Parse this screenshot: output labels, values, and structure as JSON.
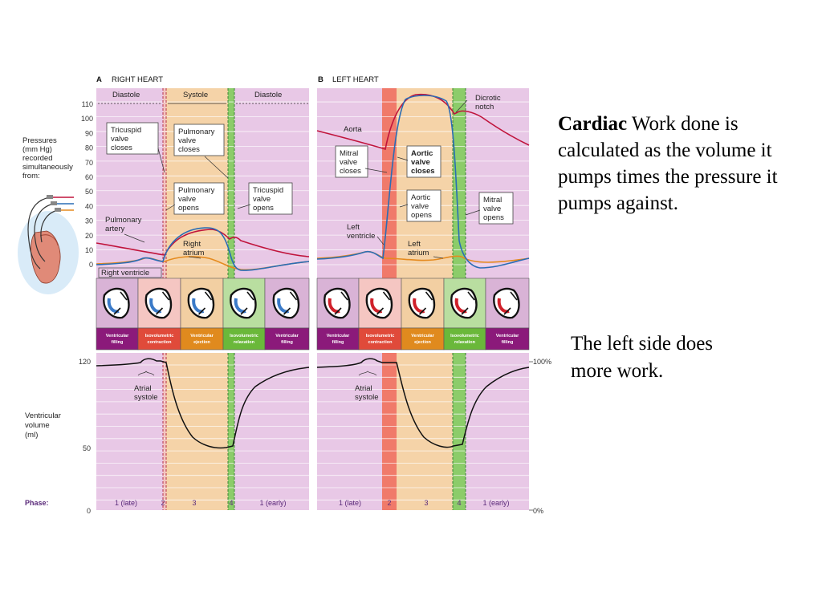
{
  "text": {
    "bold": "Cardiac",
    "rest": " Work done is calculated as the volume it pumps times the pressure it pumps against.",
    "side": "The left side does more work."
  },
  "panelA": {
    "letter": "A",
    "title": "RIGHT HEART",
    "diastole1": "Diastole",
    "systole": "Systole",
    "diastole2": "Diastole",
    "labels": {
      "tricuspid_closes": [
        "Tricuspid",
        "valve",
        "closes"
      ],
      "pulmonary_closes": [
        "Pulmonary",
        "valve",
        "closes"
      ],
      "pulmonary_opens": [
        "Pulmonary",
        "valve",
        "opens"
      ],
      "tricuspid_opens": [
        "Tricuspid",
        "valve",
        "opens"
      ],
      "pulmonary_artery": [
        "Pulmonary",
        "artery"
      ],
      "right_atrium": [
        "Right",
        "atrium"
      ],
      "right_ventricle": "Right ventricle",
      "atrial_systole": [
        "Atrial",
        "systole"
      ]
    },
    "phases": [
      "1 (late)",
      "2",
      "3",
      "4",
      "1 (early)"
    ]
  },
  "panelB": {
    "letter": "B",
    "title": "LEFT HEART",
    "labels": {
      "dicrotic": [
        "Dicrotic",
        "notch"
      ],
      "aorta": "Aorta",
      "mitral_closes": [
        "Mitral",
        "valve",
        "closes"
      ],
      "aortic_closes": [
        "Aortic",
        "valve",
        "closes"
      ],
      "aortic_opens": [
        "Aortic",
        "valve",
        "opens"
      ],
      "mitral_opens": [
        "Mitral",
        "valve",
        "opens"
      ],
      "left_ventricle": [
        "Left",
        "ventricle"
      ],
      "left_atrium": [
        "Left",
        "atrium"
      ],
      "atrial_systole": [
        "Atrial",
        "systole"
      ]
    },
    "phases": [
      "1 (late)",
      "2",
      "3",
      "4",
      "1 (early)"
    ]
  },
  "axes": {
    "pressure_ticks": [
      "110",
      "100",
      "90",
      "80",
      "70",
      "60",
      "50",
      "40",
      "30",
      "20",
      "10",
      "0"
    ],
    "pressure_label": [
      "Pressures",
      "(mm Hg)",
      "recorded",
      "simultaneously",
      "from:"
    ],
    "volume_ticks": [
      "120",
      "50",
      "0"
    ],
    "volume_label": [
      "Ventricular",
      "volume",
      "(ml)"
    ],
    "phase_label": "Phase:",
    "pct_top": "100%",
    "pct_bottom": "0%"
  },
  "phase_names": [
    [
      "Ventricular",
      "filling"
    ],
    [
      "Isovolumetric",
      "contraction"
    ],
    [
      "Ventricular",
      "ejection"
    ],
    [
      "Isovolumetric",
      "relaxation"
    ],
    [
      "Ventricular",
      "filling"
    ]
  ],
  "colors": {
    "background": "#e8c8e6",
    "systole": "#f5d3a8",
    "iso_contraction_right": "#f3c4c0",
    "iso_contraction_left": "#f07a6a",
    "iso_relaxation": "#8ccc6a",
    "pressure_ventricle": "#2a6db5",
    "pressure_artery": "#c0143c",
    "pressure_atrium": "#e58a1e",
    "volume": "#111111",
    "bar_filling": "#8b1a7a",
    "bar_contraction": "#e04a3a",
    "bar_ejection": "#e08a1e",
    "bar_relaxation": "#6ab83a"
  }
}
